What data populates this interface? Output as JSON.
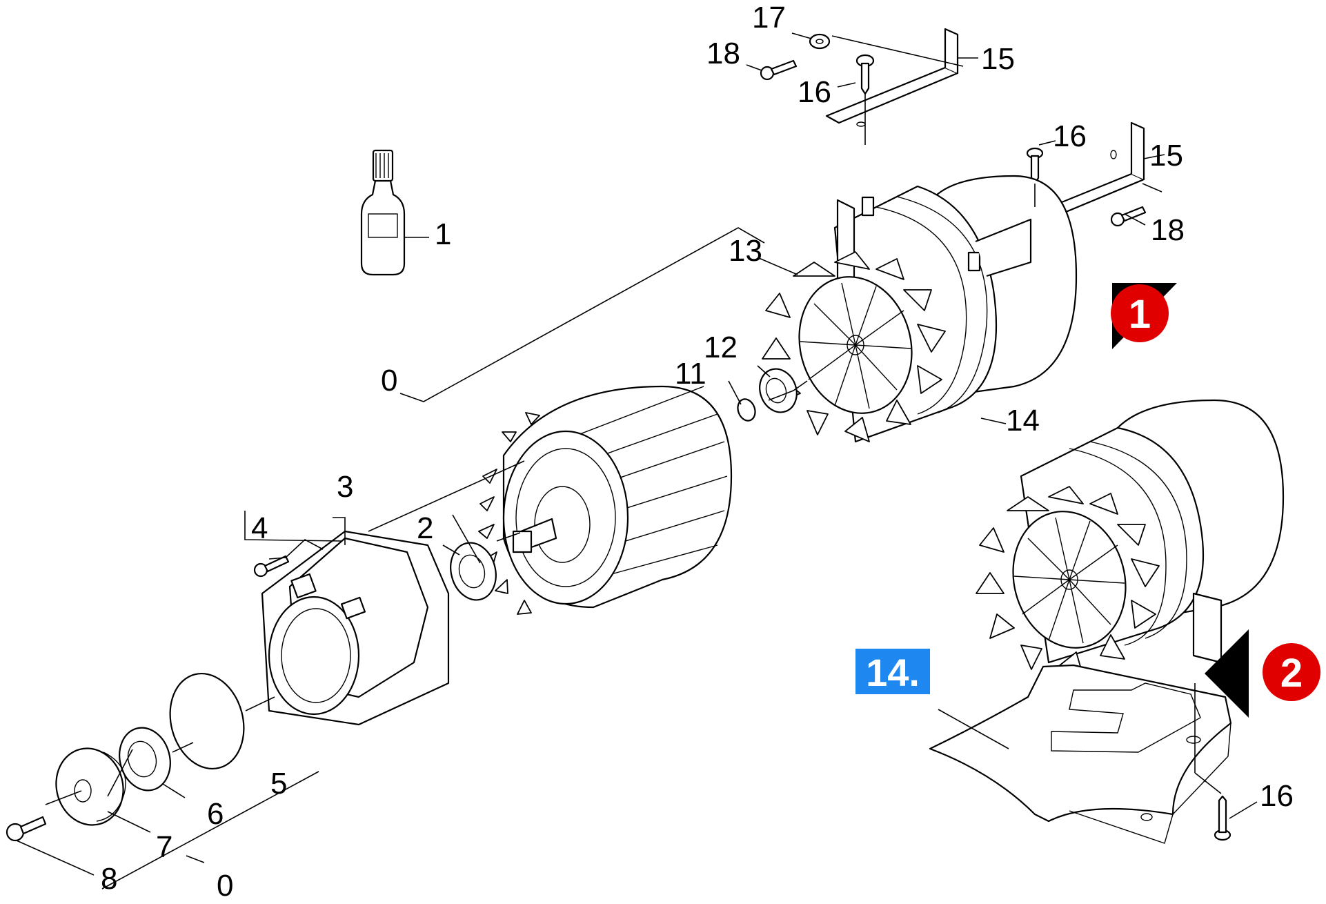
{
  "callouts": {
    "c0a": "0",
    "c0b": "0",
    "c1": "1",
    "c2": "2",
    "c3": "3",
    "c4": "4",
    "c5": "5",
    "c6": "6",
    "c7": "7",
    "c8": "8",
    "c11": "11",
    "c12": "12",
    "c13": "13",
    "c14": "14",
    "c15a": "15",
    "c15b": "15",
    "c16a": "16",
    "c16b": "16",
    "c16c": "16",
    "c17": "17",
    "c18a": "18",
    "c18b": "18"
  },
  "badges": {
    "view1": "1",
    "view2": "2"
  },
  "detail_label": "14.",
  "colors": {
    "badge_red": "#e00000",
    "detail_blue": "#1e88f0",
    "line": "#000000"
  }
}
